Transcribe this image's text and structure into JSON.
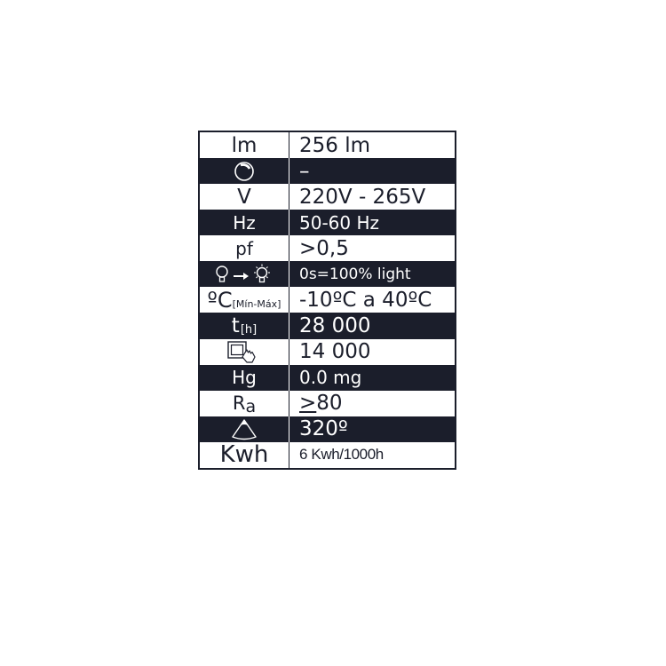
{
  "colors": {
    "dark": "#1b1e2b",
    "light": "#ffffff"
  },
  "rows": [
    {
      "label": "lm",
      "value": "256 lm"
    },
    {
      "icon": "bulb-shape-icon",
      "value": "–"
    },
    {
      "label": "V",
      "value": "220V - 265V"
    },
    {
      "label": "Hz",
      "value": "50-60 Hz"
    },
    {
      "label": "pf",
      "value": ">0,5"
    },
    {
      "icon": "bulb-warmup-icon",
      "value": "0s=100% light"
    },
    {
      "label_main": "ºC",
      "label_sub": "[Mín-Máx]",
      "value": "-10ºC a 40ºC"
    },
    {
      "label_main": "t",
      "label_sub": "[h]",
      "value": "28 000"
    },
    {
      "icon": "switch-cycles-icon",
      "value": "14 000"
    },
    {
      "label": "Hg",
      "value": "0.0 mg"
    },
    {
      "label_main": "R",
      "label_sub": "a",
      "value_prefix": ">",
      "value_rest": "80"
    },
    {
      "icon": "beam-angle-icon",
      "value": "320º"
    },
    {
      "label": "Kwh",
      "value": "6 Kwh/1000h"
    }
  ]
}
